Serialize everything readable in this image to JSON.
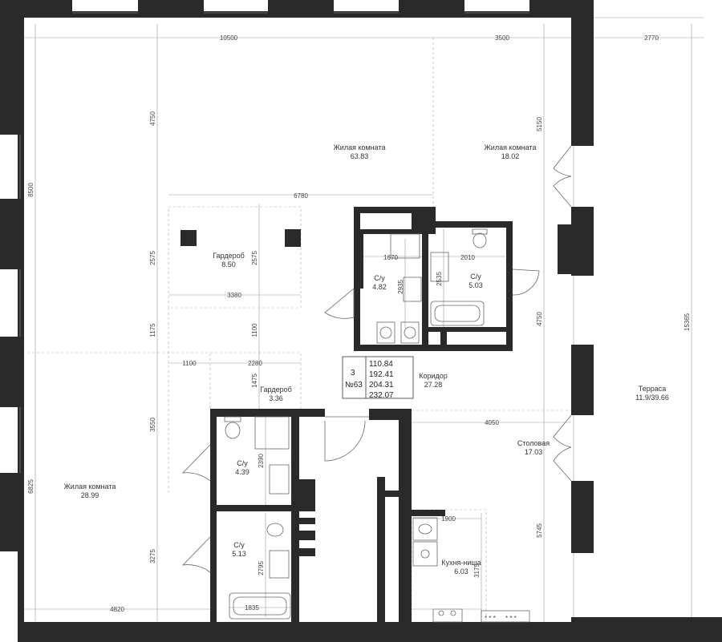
{
  "rooms": {
    "living_main": {
      "name": "Жилая комната",
      "area": "63.83"
    },
    "living_right": {
      "name": "Жилая комната",
      "area": "18.02"
    },
    "living_left": {
      "name": "Жилая комната",
      "area": "28.99"
    },
    "wardrobe_top": {
      "name": "Гардероб",
      "area": "8.50"
    },
    "wardrobe_mid": {
      "name": "Гардероб",
      "area": "3.36"
    },
    "bath_center1": {
      "name": "С/у",
      "area": "4.82"
    },
    "bath_center2": {
      "name": "С/у",
      "area": "5.03"
    },
    "bath_left1": {
      "name": "С/у",
      "area": "4.39"
    },
    "bath_left2": {
      "name": "С/у",
      "area": "5.13"
    },
    "corridor": {
      "name": "Коридор",
      "area": "27.28"
    },
    "dining": {
      "name": "Столовая",
      "area": "17.03"
    },
    "kitchen": {
      "name": "Кухня-ниша",
      "area": "6.03"
    },
    "terrace": {
      "name": "Терраса",
      "area": "11.9/39.66"
    }
  },
  "apartment": {
    "section": "3",
    "number": "№63",
    "areas": [
      "110.84",
      "192.41",
      "204.31",
      "232.07"
    ]
  },
  "dimensions": {
    "top_left": "10500",
    "top_mid": "3500",
    "terrace_top": "2770",
    "left_upper": "8500",
    "left_lower": "6825",
    "v4750_top": "4750",
    "v5150": "5150",
    "h6780": "6780",
    "v2575_a": "2575",
    "v2575_b": "2575",
    "h3380": "3380",
    "v1175": "1175",
    "v1100": "1100",
    "h1100": "1100",
    "h2280": "2280",
    "v1475": "1475",
    "h1670": "1670",
    "v2935": "2935",
    "h2010": "2010",
    "v2535": "2535",
    "v4750_right": "4750",
    "v15365": "15365",
    "v3550": "3550",
    "v2390": "2390",
    "h4050": "4050",
    "v5745": "5745",
    "v3275": "3275",
    "v2795": "2795",
    "h1835": "1835",
    "h1900": "1900",
    "v3175": "3175",
    "bottom_left": "4820"
  }
}
